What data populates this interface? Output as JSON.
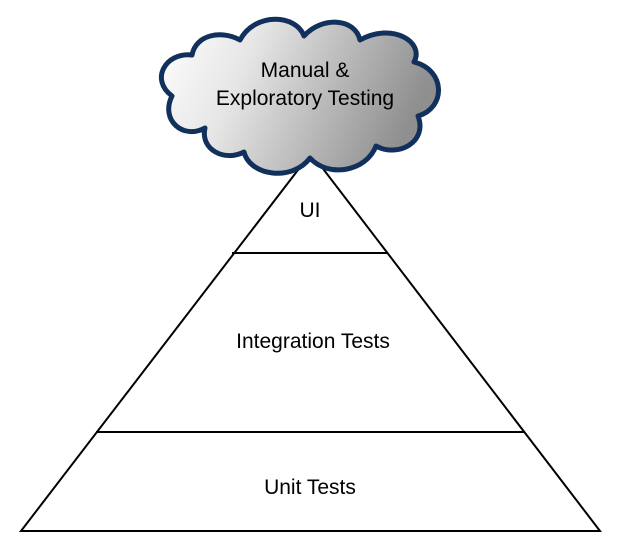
{
  "cloud": {
    "line1": "Manual &",
    "line2": "Exploratory Testing"
  },
  "pyramid": {
    "top_label": "UI",
    "middle_label": "Integration Tests",
    "bottom_label": "Unit Tests"
  },
  "colors": {
    "cloud_outline": "#12305c",
    "cloud_fill_light": "#ffffff",
    "cloud_fill_dark": "#8f8f8f",
    "pyramid_stroke": "#000000",
    "background": "#ffffff"
  }
}
